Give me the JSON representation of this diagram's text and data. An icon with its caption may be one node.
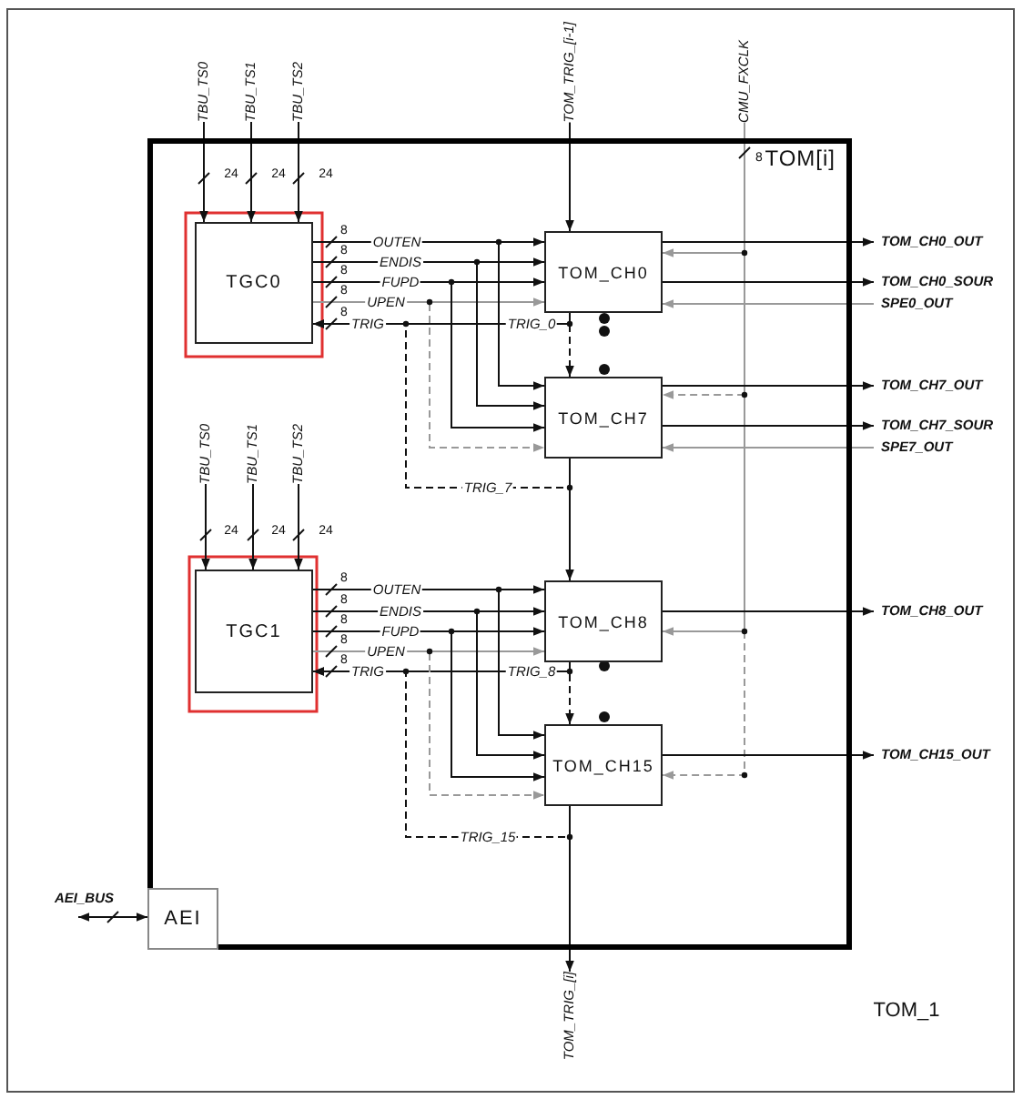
{
  "diagram": {
    "nodes": [
      {
        "text": [
          "TOM[i]"
        ]
      },
      {
        "text": [
          "TGC0"
        ],
        "in": 0,
        "beside": [
          "8",
          "8",
          "8",
          "8",
          "8"
        ]
      },
      {
        "text": [
          "TOM_CH0"
        ],
        "in": 0
      },
      {
        "text": [
          "TOM_CH7"
        ],
        "in": 0
      },
      {
        "text": [
          "TGC1"
        ],
        "in": 0,
        "beside": [
          "8",
          "8",
          "8",
          "8",
          "8"
        ]
      },
      {
        "text": [
          "TOM_CH8"
        ],
        "in": 0
      },
      {
        "text": [
          "TOM_CH15"
        ],
        "in": 0
      },
      {
        "text": [
          "AEI"
        ],
        "in": 0
      },
      {
        "text": [
          "TBU_TS0"
        ]
      },
      {
        "text": [
          "TBU_TS1"
        ]
      },
      {
        "text": [
          "TBU_TS2"
        ]
      },
      {
        "text": [
          "TOM_TRIG_[i-1]"
        ]
      },
      {
        "text": [
          "CMU_FXCLK"
        ],
        "beside": [
          "8"
        ]
      },
      {
        "text": [
          "TOM_CH0_OUT"
        ]
      },
      {
        "text": [
          "TOM_CH0_SOUR"
        ]
      },
      {
        "text": [
          "SPE0_OUT"
        ]
      },
      {
        "text": [
          "TOM_CH7_OUT"
        ]
      },
      {
        "text": [
          "TOM_CH7_SOUR"
        ]
      },
      {
        "text": [
          "SPE7_OUT"
        ]
      },
      {
        "text": [
          "TBU_TS0"
        ],
        "in": 0
      },
      {
        "text": [
          "TBU_TS1"
        ],
        "in": 0
      },
      {
        "text": [
          "TBU_TS2"
        ],
        "in": 0
      },
      {
        "text": [
          "TOM_CH8_OUT"
        ]
      },
      {
        "text": [
          "TOM_CH15_OUT"
        ]
      },
      {
        "text": [
          "AEI_BUS"
        ]
      },
      {
        "text": [
          "TOM_TRIG_[i]"
        ]
      }
    ],
    "edges": [
      {
        "from": 8,
        "to": 1,
        "arrow": "to"
      },
      {
        "from": 9,
        "to": 1,
        "arrow": "to"
      },
      {
        "from": 10,
        "to": 1,
        "arrow": "to"
      },
      {
        "from": 11,
        "to": 2,
        "arrow": "to"
      },
      {
        "from": 12,
        "to": 2,
        "arrow": "to",
        "color": "#999999"
      },
      {
        "from": 12,
        "to": 3,
        "arrow": "to",
        "style": "dashed",
        "color": "#999999"
      },
      {
        "from": 12,
        "to": 5,
        "arrow": "to",
        "color": "#999999"
      },
      {
        "from": 12,
        "to": 6,
        "arrow": "to",
        "style": "dashed",
        "color": "#999999"
      },
      {
        "from": 1,
        "to": 2,
        "arrow": "to",
        "label": "OUTEN"
      },
      {
        "from": 1,
        "to": 2,
        "arrow": "to",
        "label": "ENDIS"
      },
      {
        "from": 1,
        "to": 2,
        "arrow": "to",
        "label": "FUPD"
      },
      {
        "from": 1,
        "to": 2,
        "arrow": "to",
        "label": "UPEN",
        "color": "#999999"
      },
      {
        "from": 2,
        "to": 1,
        "arrow": "to",
        "label": "TRIG_0"
      },
      {
        "from": 1,
        "to": 3,
        "arrow": "to"
      },
      {
        "from": 1,
        "to": 3,
        "arrow": "to"
      },
      {
        "from": 1,
        "to": 3,
        "arrow": "to"
      },
      {
        "from": 1,
        "to": 3,
        "arrow": "to",
        "style": "dashed",
        "color": "#999999"
      },
      {
        "from": 3,
        "to": 1,
        "arrow": "to",
        "label": "TRIG_7",
        "style": "dashed"
      },
      {
        "from": 2,
        "to": 3,
        "arrow": "to",
        "style": "dashed"
      },
      {
        "from": 2,
        "to": 13,
        "arrow": "to"
      },
      {
        "from": 2,
        "to": 14,
        "arrow": "to"
      },
      {
        "from": 15,
        "to": 2,
        "arrow": "to",
        "color": "#999999"
      },
      {
        "from": 3,
        "to": 16,
        "arrow": "to"
      },
      {
        "from": 3,
        "to": 17,
        "arrow": "to"
      },
      {
        "from": 18,
        "to": 3,
        "arrow": "to",
        "color": "#999999"
      },
      {
        "from": 3,
        "to": 5,
        "arrow": "to"
      },
      {
        "from": 19,
        "to": 4,
        "arrow": "to"
      },
      {
        "from": 20,
        "to": 4,
        "arrow": "to"
      },
      {
        "from": 21,
        "to": 4,
        "arrow": "to"
      },
      {
        "from": 4,
        "to": 5,
        "arrow": "to",
        "label": "OUTEN"
      },
      {
        "from": 4,
        "to": 5,
        "arrow": "to",
        "label": "ENDIS"
      },
      {
        "from": 4,
        "to": 5,
        "arrow": "to",
        "label": "FUPD"
      },
      {
        "from": 4,
        "to": 5,
        "arrow": "to",
        "label": "UPEN",
        "color": "#999999"
      },
      {
        "from": 5,
        "to": 4,
        "arrow": "to",
        "label": "TRIG_8"
      },
      {
        "from": 4,
        "to": 6,
        "arrow": "to"
      },
      {
        "from": 4,
        "to": 6,
        "arrow": "to"
      },
      {
        "from": 4,
        "to": 6,
        "arrow": "to"
      },
      {
        "from": 4,
        "to": 6,
        "arrow": "to",
        "style": "dashed",
        "color": "#999999"
      },
      {
        "from": 6,
        "to": 4,
        "arrow": "to",
        "label": "TRIG_15",
        "style": "dashed"
      },
      {
        "from": 5,
        "to": 6,
        "arrow": "to",
        "style": "dashed"
      },
      {
        "from": 5,
        "to": 22,
        "arrow": "to"
      },
      {
        "from": 6,
        "to": 23,
        "arrow": "to"
      },
      {
        "from": 6,
        "to": 25,
        "arrow": "to"
      },
      {
        "from": 24,
        "to": 7,
        "arrow": "both"
      }
    ],
    "labels": [
      "24",
      "24",
      "24",
      "TRIG",
      "24",
      "24",
      "24",
      "TRIG",
      "TOM_1"
    ]
  }
}
